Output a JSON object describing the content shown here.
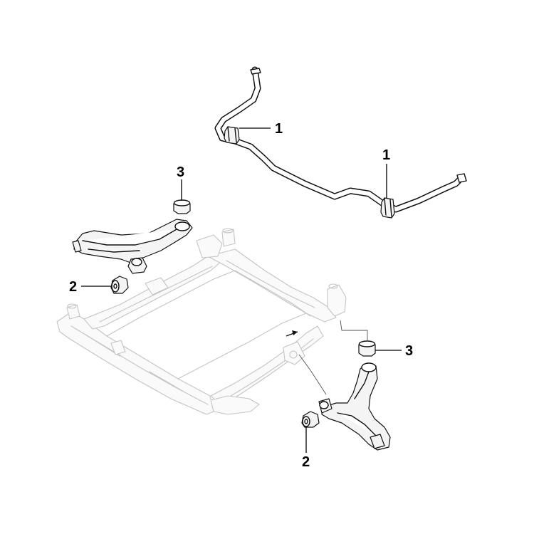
{
  "diagram": {
    "callouts": [
      {
        "id": "stabilizer-bushing-left",
        "number": "1"
      },
      {
        "id": "stabilizer-bushing-right",
        "number": "1"
      },
      {
        "id": "control-arm-rear-bushing-left",
        "number": "2"
      },
      {
        "id": "control-arm-rear-bushing-right",
        "number": "2"
      },
      {
        "id": "control-arm-front-bushing-left",
        "number": "3"
      },
      {
        "id": "control-arm-front-bushing-right",
        "number": "3"
      }
    ]
  }
}
